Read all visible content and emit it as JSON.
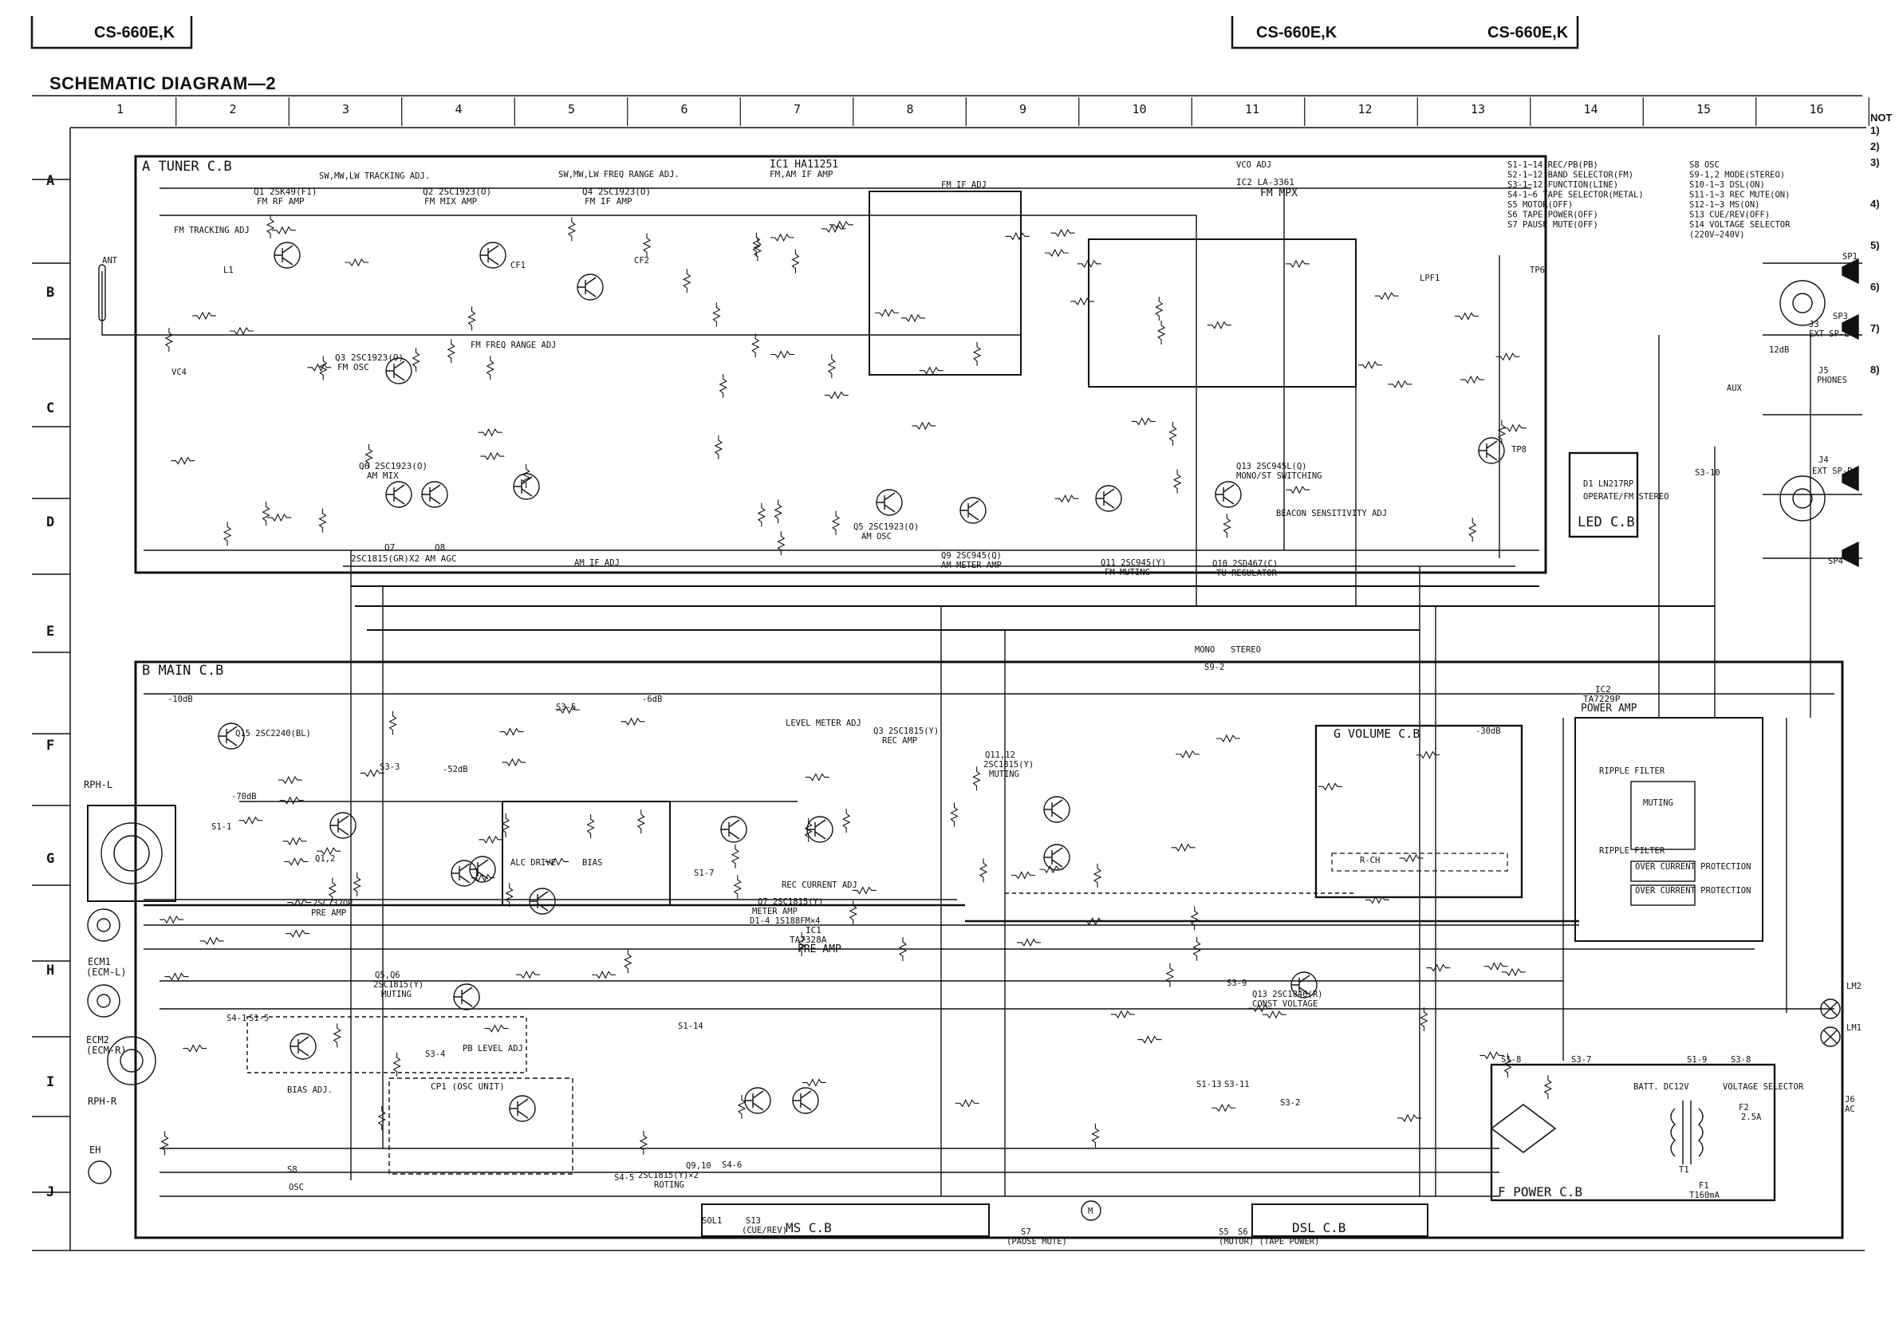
{
  "header": {
    "model_left": "CS-660E,K",
    "model_mid": "CS-660E,K",
    "model_right": "CS-660E,K",
    "title": "SCHEMATIC DIAGRAM—2"
  },
  "grid": {
    "columns": [
      "1",
      "2",
      "3",
      "4",
      "5",
      "6",
      "7",
      "8",
      "9",
      "10",
      "11",
      "12",
      "13",
      "14",
      "15",
      "16"
    ],
    "rows": [
      "A",
      "B",
      "C",
      "D",
      "E",
      "F",
      "G",
      "H",
      "I",
      "J"
    ]
  },
  "boards": {
    "tuner": "A TUNER C.B",
    "main": "B MAIN C.B",
    "volume": "G VOLUME C.B",
    "led": "LED C.B",
    "power": "F POWER C.B",
    "ms": "MS C.B",
    "dsl": "DSL C.B",
    "osc": "CP1 (OSC UNIT)"
  },
  "switch_legend": [
    "S1-1~14 REC/PB(PB)",
    "S2-1~12 BAND SELECTOR(FM)",
    "S3-1~12 FUNCTION(LINE)",
    "S4-1~6 TAPE SELECTOR(METAL)",
    "S5 MOTOR(OFF)",
    "S6 TAPE POWER(OFF)",
    "S7 PAUSE MUTE(OFF)",
    "S8 OSC",
    "S9-1,2 MODE(STEREO)",
    "S10-1~3 DSL(ON)",
    "S11-1~3 REC MUTE(ON)",
    "S12-1~3 MS(ON)",
    "S13 CUE/REV(OFF)",
    "S14 VOLTAGE SELECTOR",
    "(220V—240V)"
  ],
  "transistors_tuner": [
    "Q1 2SK49(F1)",
    "FM RF AMP",
    "Q2 2SC1923(O)",
    "FM MIX AMP",
    "Q4 2SC1923(O)",
    "FM IF AMP",
    "Q3 2SC1923(O)",
    "FM OSC",
    "Q6 2SC1923(O)",
    "AM MIX",
    "Q7",
    "Q8",
    "2SC1815(GR)X2 AM AGC"
  ],
  "ics": [
    "IC1 HA11251",
    "FM,AM IF AMP",
    "IC2 LA-3361",
    "FM MPX",
    "IC1",
    "TA7328A",
    "PRE AMP",
    "IC2",
    "TA7229P",
    "POWER AMP"
  ],
  "tuner_misc": [
    "FM TRACKING ADJ",
    "SW,MW,LW TRACKING ADJ.",
    "SW,MW,LW FREQ RANGE ADJ.",
    "FM FREQ RANGE ADJ",
    "FM IF ADJ",
    "VCO ADJ",
    "AM IF ADJ",
    "Q9 2SC945(Q)",
    "AM METER AMP",
    "Q11 2SC945(Y)",
    "FM MUTING",
    "Q13 2SC945L(Q)",
    "MONO/ST SWITCHING",
    "Q10 2SD467(C)",
    "TU REGULATOR",
    "Q5 2SC1923(O)",
    "AM OSC",
    "BEACON SENSITIVITY ADJ",
    "LPF1",
    "TP6",
    "TP8",
    "CF1",
    "CF2",
    "L1",
    "ANT",
    "VC4",
    "MONO",
    "STEREO",
    "S9-2"
  ],
  "main_misc": [
    "Q15 2SC2240(BL)",
    "Q1,2",
    "2SC732OR",
    "PRE AMP",
    "Q5,Q6",
    "2SC1815(Y)",
    "MUTING",
    "Q3 2SC1815(Y)",
    "REC AMP",
    "Q7 2SC1815(Y)",
    "METER AMP",
    "Q11,12",
    "2SC1815(Y)",
    "MUTING",
    "Q13 2SC1846(R)",
    "CONST VOLTAGE",
    "Q9,10",
    "2SC1815(Y)×2",
    "ROTING",
    "LEVEL METER ADJ",
    "PB LEVEL ADJ",
    "BIAS ADJ.",
    "R-CH",
    "RIPPLE FILTER",
    "MUTING",
    "OVER CURRENT PROTECTION",
    "OVER CURRENT PROTECTION",
    "RIPPLE FILTER",
    "ALC DRIVE",
    "BIAS",
    "D1-4 1S188FM×4",
    "-10dB",
    "-6dB",
    "-52dB",
    "-70dB",
    "-30dB",
    "12dB",
    "REC CURRENT ADJ"
  ],
  "connectors": [
    "RPH-L",
    "ECM1",
    "(ECM-L)",
    "ECM2",
    "(ECM-R)",
    "RPH-R",
    "EH",
    "SP1",
    "SP3",
    "J3",
    "EXT SP-L",
    "J5",
    "PHONES",
    "J4",
    "EXT SP-R",
    "SP4",
    "AUX",
    "LM2",
    "LM1",
    "J6",
    "AC",
    "BATT. DC12V",
    "VOLTAGE SELECTOR",
    "T1",
    "F1",
    "T160mA",
    "F2",
    "2.5A",
    "SOL1",
    "S13",
    "(CUE/REV)",
    "S7",
    "(PAUSE MUTE)",
    "S5",
    "S6",
    "(MOTOR) (TAPE POWER)",
    "S8",
    "OSC",
    "D1 LN217RP",
    "OPERATE/FM STEREO",
    "S1-8",
    "S3-7",
    "S1-9",
    "S3-8",
    "S1-13",
    "S3-11",
    "S3-2",
    "S3-9",
    "S3-3",
    "S3-5",
    "S3-4",
    "S4-1",
    "S4-5",
    "S4-6",
    "S1-1",
    "S1-5",
    "S1-7",
    "S1-14",
    "S3-10",
    "M"
  ],
  "notes_col": {
    "head": "NOT",
    "items": [
      "1)",
      "2)",
      "3)",
      "4)",
      "5)",
      "6)",
      "7)",
      "8)"
    ]
  },
  "style": {
    "ink": "#111111",
    "paper": "#ffffff"
  }
}
